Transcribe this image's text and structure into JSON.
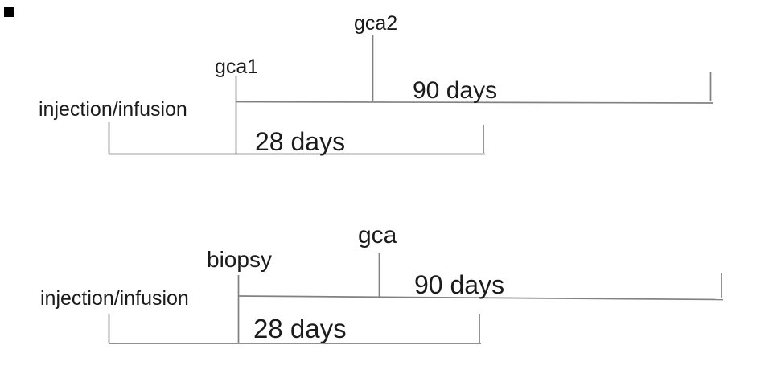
{
  "figure": {
    "type": "timeline-diagram",
    "description": "Two stacked study timelines showing injection/infusion start, event ticks, a 28 day span and a 90 day span",
    "background_color": "#ffffff",
    "line_color": "#818181",
    "text_color": "#1b1b1b",
    "corner_marker_color": "#000000"
  },
  "timelines": [
    {
      "id": "top",
      "start_label": "injection/infusion",
      "event1_label": "gca1",
      "event2_label": "gca2",
      "long_span_label": "90 days",
      "short_span_label": "28 days"
    },
    {
      "id": "bottom",
      "start_label": "injection/infusion",
      "event1_label": "biopsy",
      "event2_label": "gca",
      "long_span_label": "90 days",
      "short_span_label": "28 days"
    }
  ]
}
